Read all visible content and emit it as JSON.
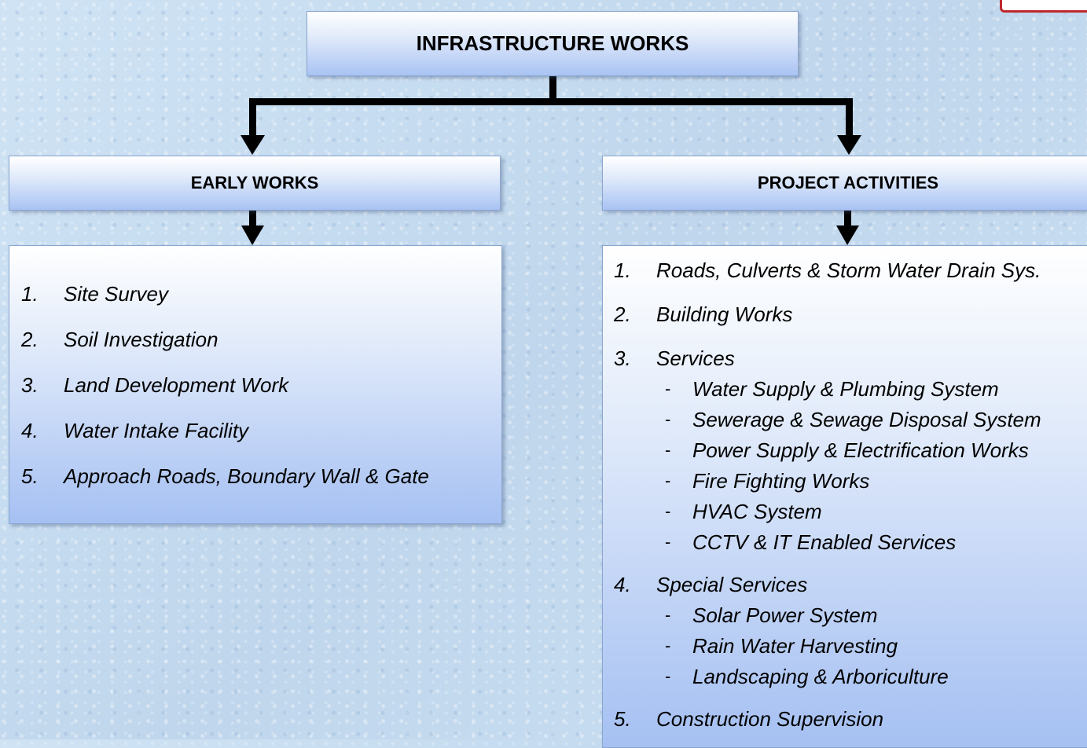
{
  "title": "INFRASTRUCTURE WORKS",
  "left": {
    "heading": "EARLY WORKS",
    "items": [
      {
        "num": "1.",
        "text": "Site Survey"
      },
      {
        "num": "2.",
        "text": "Soil Investigation"
      },
      {
        "num": "3.",
        "text": "Land Development Work"
      },
      {
        "num": "4.",
        "text": "Water Intake Facility"
      },
      {
        "num": "5.",
        "text": "Approach Roads, Boundary Wall & Gate"
      }
    ]
  },
  "right": {
    "heading": "PROJECT ACTIVITIES",
    "items": [
      {
        "num": "1.",
        "text": "Roads, Culverts & Storm Water Drain Sys."
      },
      {
        "num": "2.",
        "text": "Building Works"
      },
      {
        "num": "3.",
        "text": "Services"
      },
      {
        "num": "4.",
        "text": "Special Services"
      },
      {
        "num": "5.",
        "text": "Construction Supervision"
      }
    ],
    "services_sub": [
      "Water Supply & Plumbing System",
      "Sewerage & Sewage Disposal System",
      "Power Supply & Electrification Works",
      "Fire Fighting Works",
      "HVAC System",
      "CCTV & IT Enabled Services"
    ],
    "special_sub": [
      "Solar Power System",
      "Rain Water Harvesting",
      "Landscaping & Arboriculture"
    ],
    "dash": "-"
  },
  "colors": {
    "box_top": "#ffffff",
    "box_bottom": "#a9c3f3",
    "border": "#8aa6cf",
    "connector": "#000000",
    "logo_red": "#c0282d"
  }
}
